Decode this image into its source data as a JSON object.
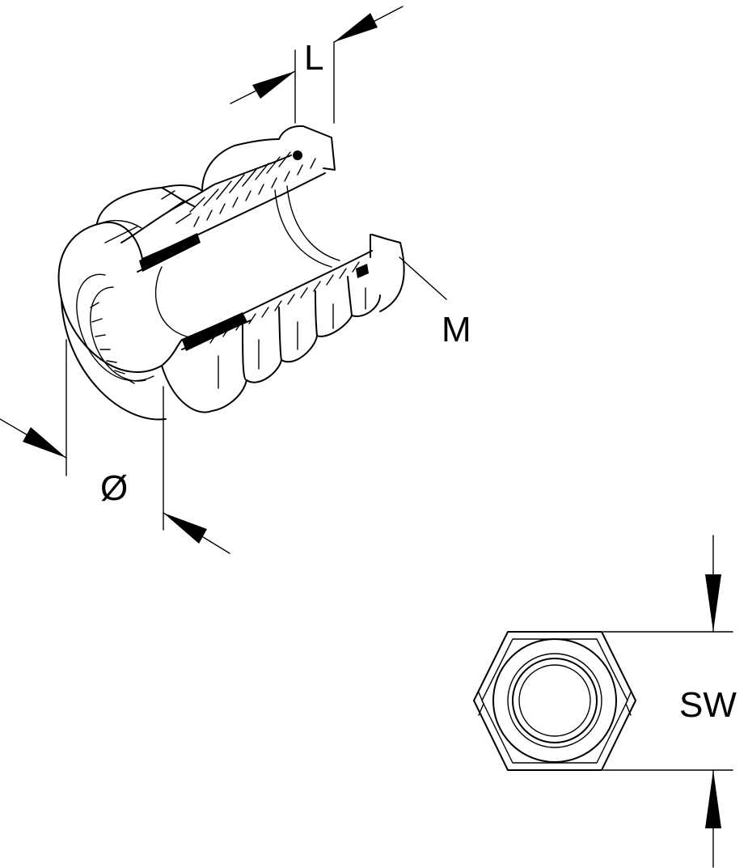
{
  "labels": {
    "length": "L",
    "diameter": "Ø",
    "thread": "M",
    "wrench_size": "SW"
  }
}
